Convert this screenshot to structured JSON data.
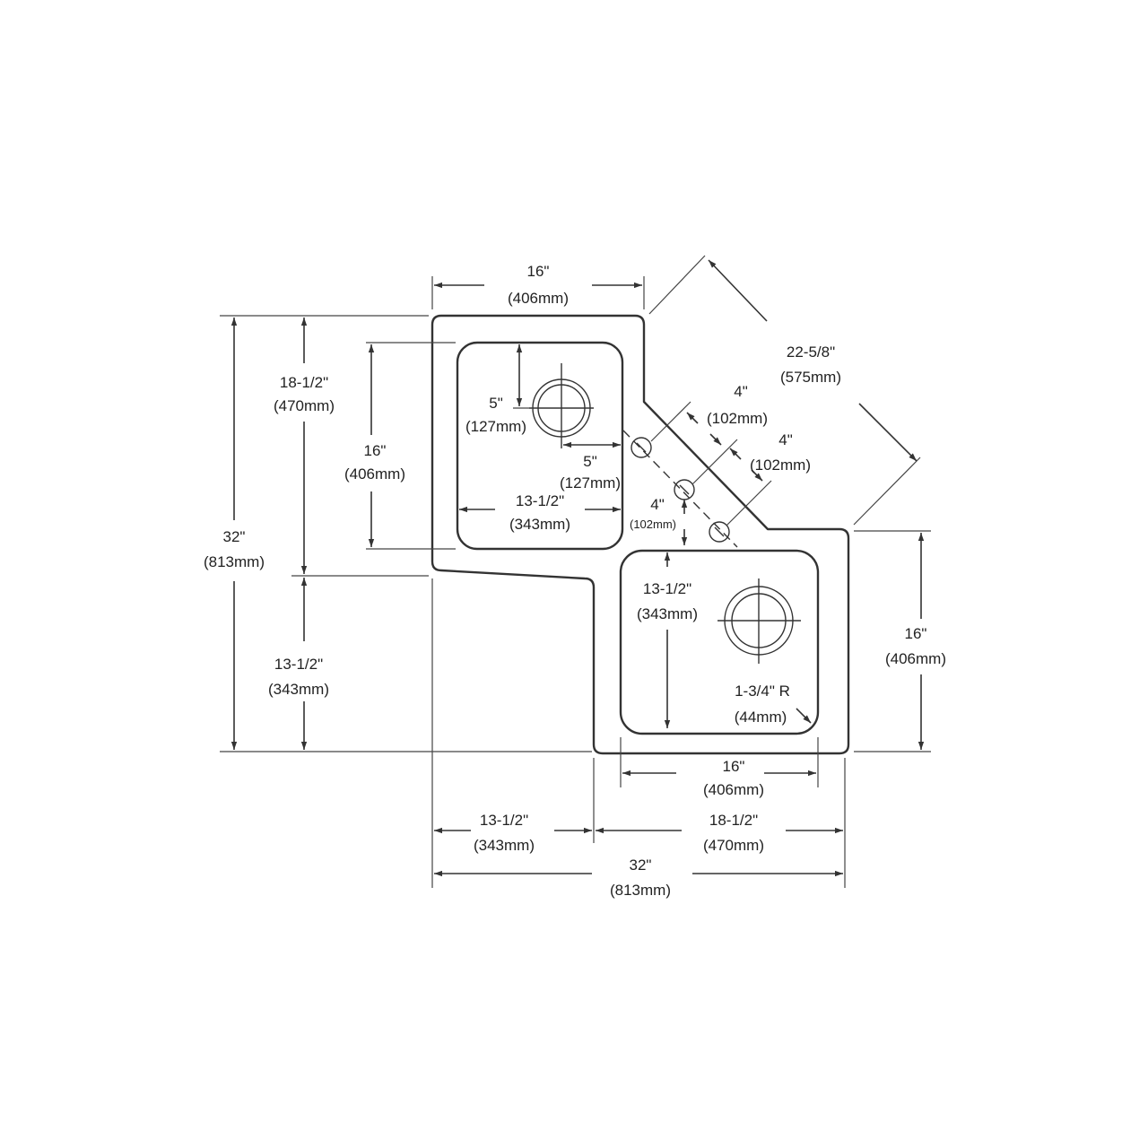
{
  "diagram": {
    "colors": {
      "line": "#333333",
      "text": "#222222",
      "background": "#ffffff"
    },
    "labels": {
      "top_width": {
        "imperial": "16\"",
        "metric": "(406mm)"
      },
      "diagonal": {
        "imperial": "22-5/8\"",
        "metric": "(575mm)"
      },
      "left_upper": {
        "imperial": "18-1/2\"",
        "metric": "(470mm)"
      },
      "left_total": {
        "imperial": "32\"",
        "metric": "(813mm)"
      },
      "left_lower": {
        "imperial": "13-1/2\"",
        "metric": "(343mm)"
      },
      "bowl1_height": {
        "imperial": "16\"",
        "metric": "(406mm)"
      },
      "bowl1_drain_v": {
        "imperial": "5\"",
        "metric": "(127mm)"
      },
      "bowl1_drain_h": {
        "imperial": "5\"",
        "metric": "(127mm)"
      },
      "bowl1_width": {
        "imperial": "13-1/2\"",
        "metric": "(343mm)"
      },
      "faucet_spacing_a": {
        "imperial": "4\"",
        "metric": "(102mm)"
      },
      "faucet_spacing_b": {
        "imperial": "4\"",
        "metric": "(102mm)"
      },
      "faucet_spacing_c": {
        "imperial": "4\"",
        "metric": "(102mm)"
      },
      "bowl2_height": {
        "imperial": "13-1/2\"",
        "metric": "(343mm)"
      },
      "corner_radius": {
        "imperial": "1-3/4\" R",
        "metric": "(44mm)"
      },
      "right_height": {
        "imperial": "16\"",
        "metric": "(406mm)"
      },
      "bowl2_width": {
        "imperial": "16\"",
        "metric": "(406mm)"
      },
      "bottom_left": {
        "imperial": "13-1/2\"",
        "metric": "(343mm)"
      },
      "bottom_right": {
        "imperial": "18-1/2\"",
        "metric": "(470mm)"
      },
      "bottom_total": {
        "imperial": "32\"",
        "metric": "(813mm)"
      }
    }
  }
}
